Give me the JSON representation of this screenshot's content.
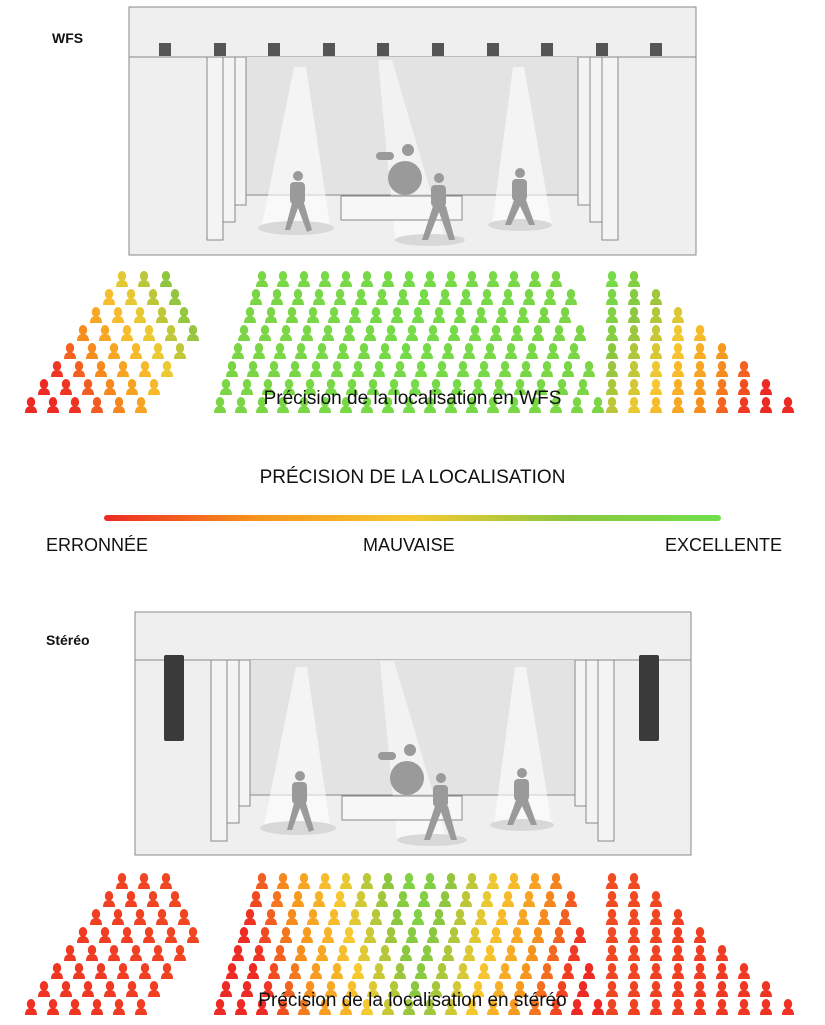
{
  "wfs": {
    "label": "WFS",
    "caption": "Précision de la localisation en WFS"
  },
  "scale": {
    "title": "PRÉCISION DE LA LOCALISATION",
    "low_label": "ERRONNÉE",
    "mid_label": "MAUVAISE",
    "high_label": "EXCELLENTE",
    "colors": [
      "#ee2a24",
      "#f7941d",
      "#f7c930",
      "#8dc63f",
      "#6fe04a"
    ]
  },
  "stereo": {
    "label": "Stéréo",
    "caption": "Précision de la localisation en stéréo"
  },
  "colors": {
    "stage_fill": "#eeeeee",
    "stage_stroke": "#888888",
    "silhouette": "#9a9a9a",
    "speaker": "#444444"
  }
}
